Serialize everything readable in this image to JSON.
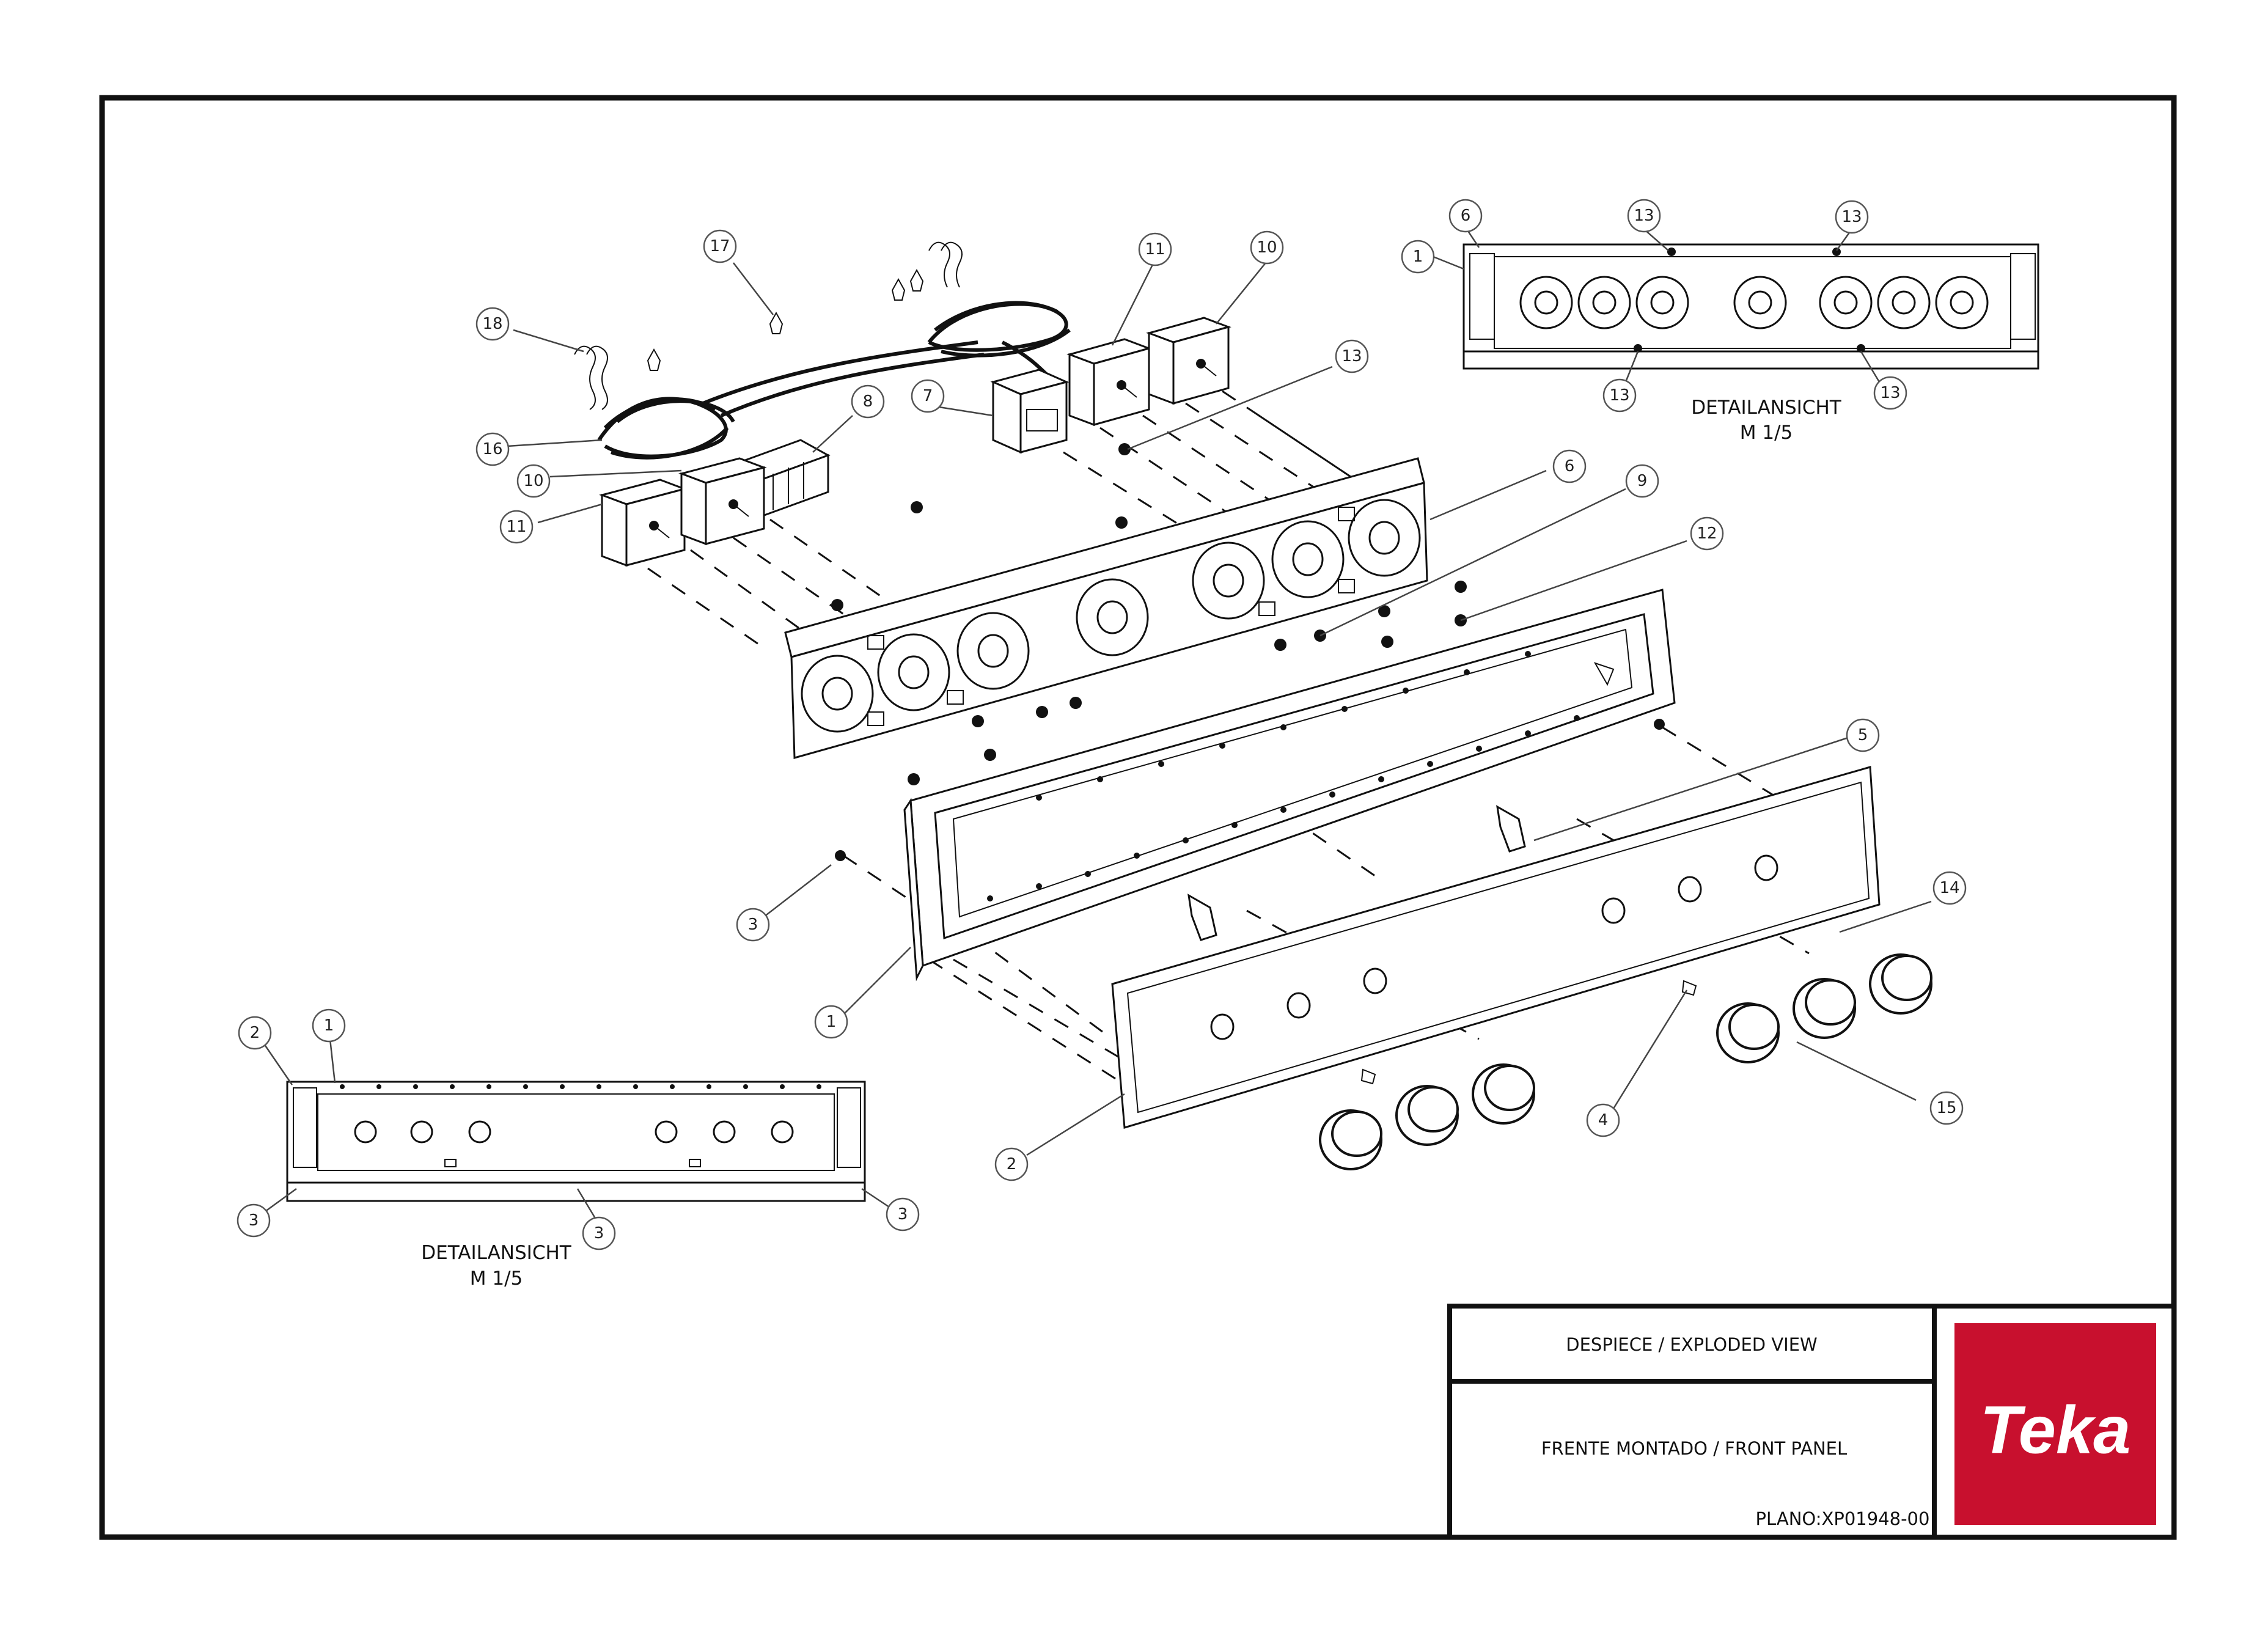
{
  "title_block": {
    "title": "DESPIECE / EXPLODED VIEW",
    "subtitle": "FRENTE MONTADO / FRONT PANEL",
    "drawing_number": "PLANO:XP01948-00",
    "logo_text": "Teka",
    "logo_color": "#c8102e"
  },
  "details": {
    "top_right": {
      "label": "DETAILANSICHT",
      "scale": "M 1/5"
    },
    "bottom_left": {
      "label": "DETAILANSICHT",
      "scale": "M 1/5"
    }
  },
  "callouts": {
    "c17": "17",
    "c18": "18",
    "c16": "16",
    "c10a": "10",
    "c11a": "11",
    "c8": "8",
    "c7": "7",
    "c11b": "11",
    "c10b": "10",
    "c13": "13",
    "c6": "6",
    "c9": "9",
    "c12": "12",
    "c5": "5",
    "c14": "14",
    "c15": "15",
    "c4": "4",
    "c2": "2",
    "c1": "1",
    "c3": "3",
    "tr6": "6",
    "tr13a": "13",
    "tr13b": "13",
    "tr1": "1",
    "tr13c": "13",
    "tr13d": "13",
    "bl2": "2",
    "bl1": "1",
    "bl3a": "3",
    "bl3b": "3",
    "bl3c": "3"
  }
}
